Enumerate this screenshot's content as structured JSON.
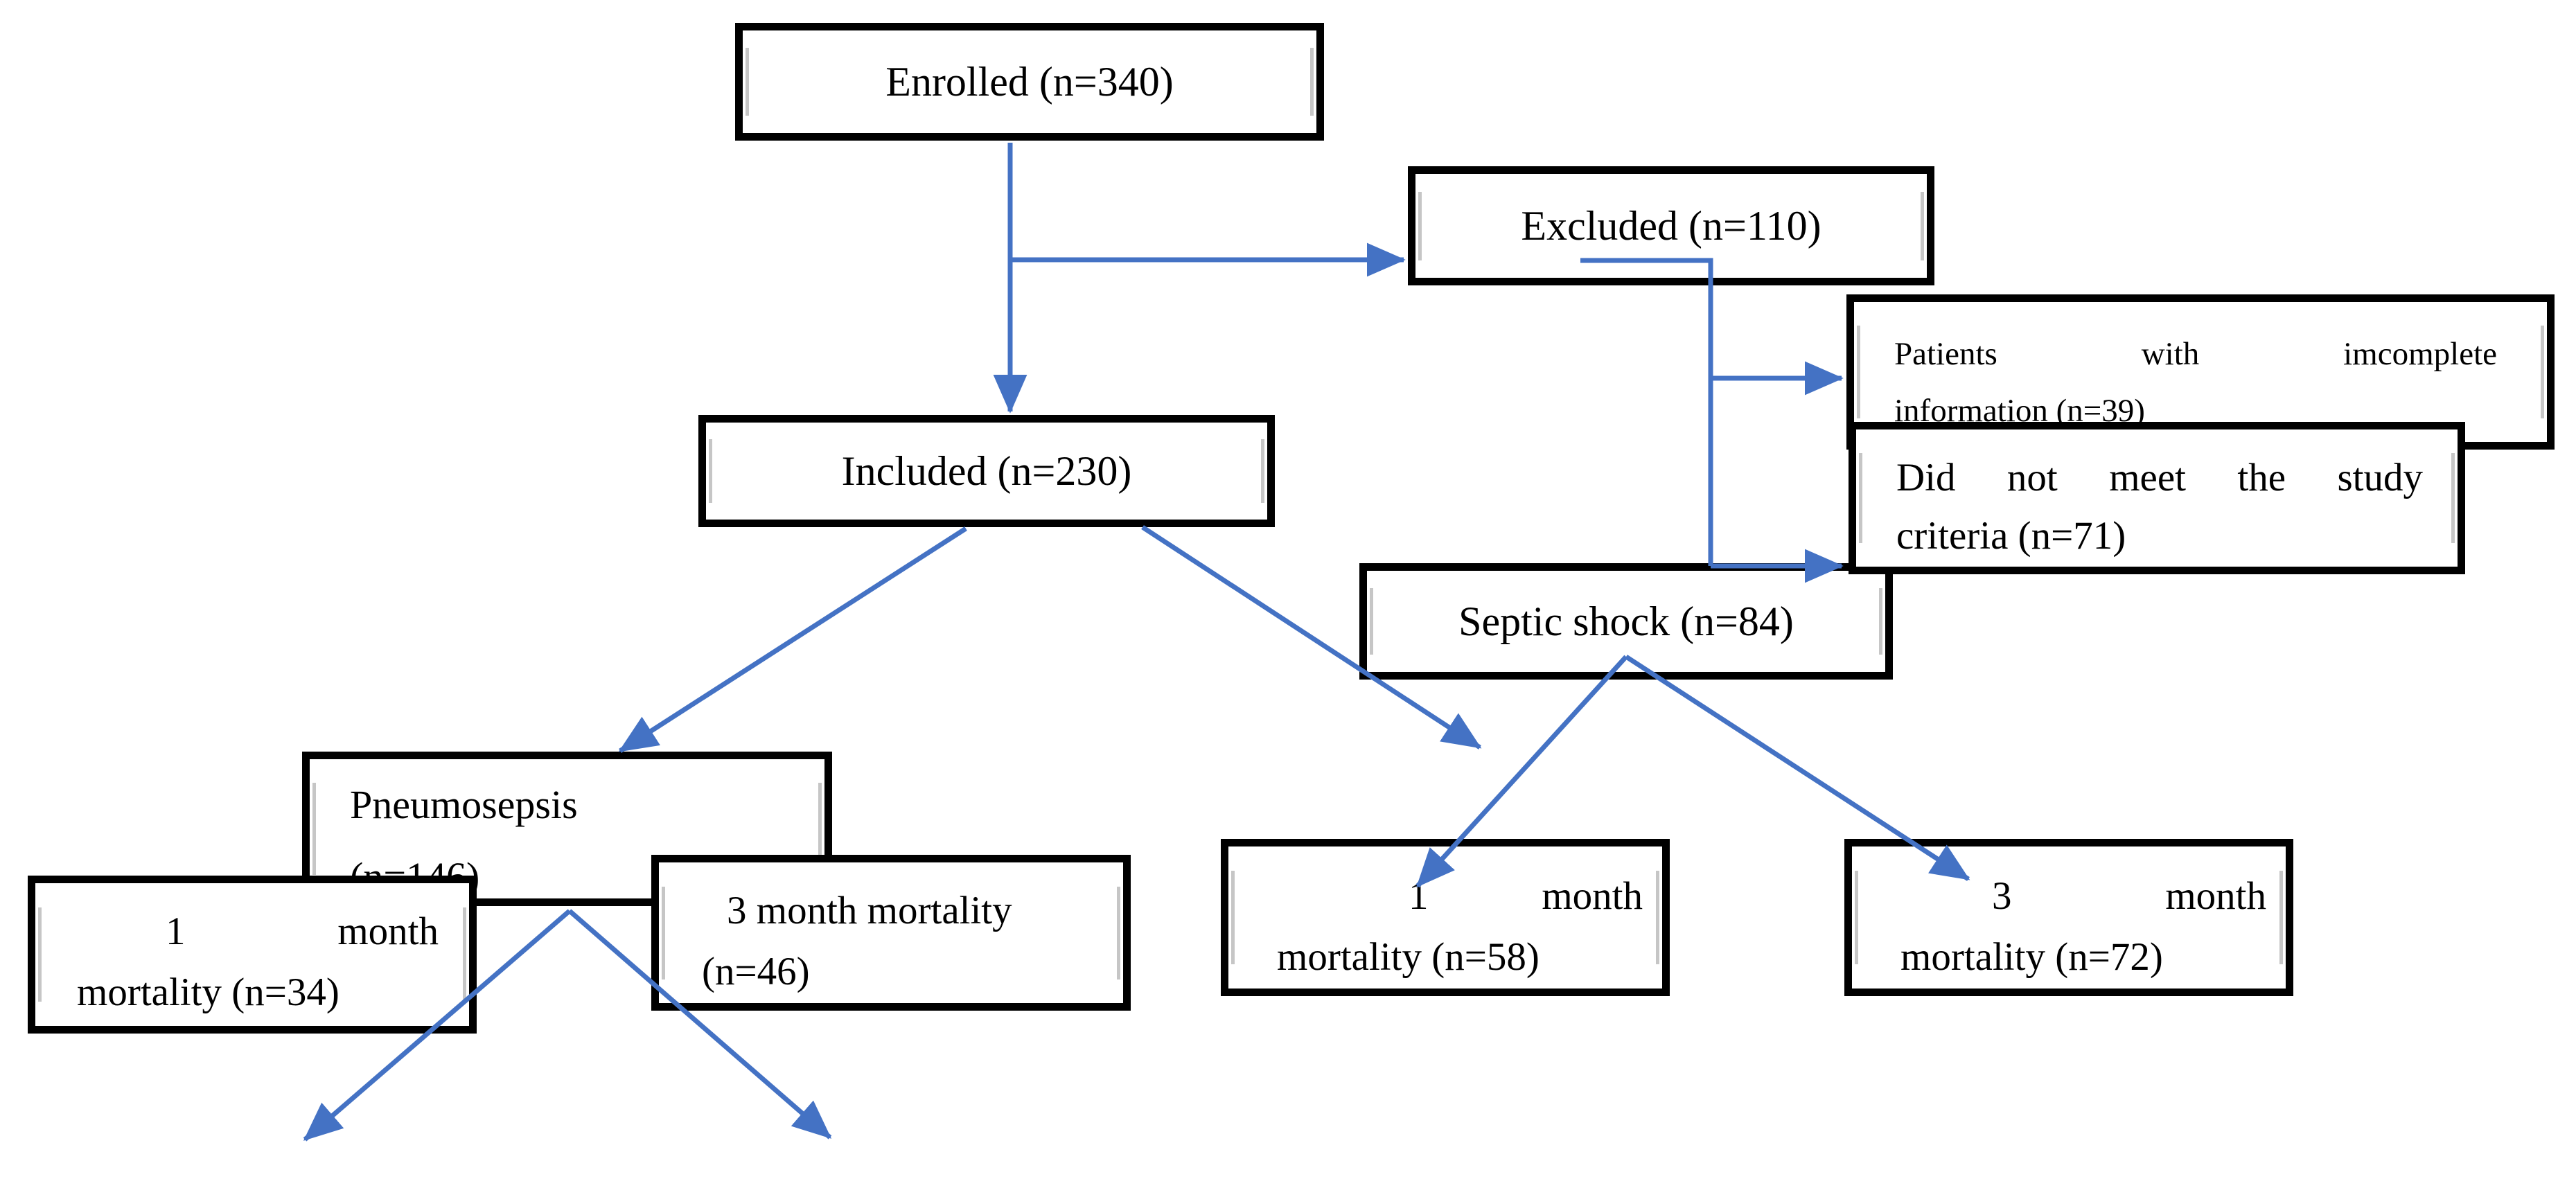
{
  "colors": {
    "accent_blue": "#4472C4",
    "box_border": "#000000",
    "box_bg": "#ffffff",
    "text": "#000000",
    "inner_mark_gray": "#b3b3b3"
  },
  "boxes": {
    "enrolled": {
      "label": "Enrolled (n=340)"
    },
    "excluded": {
      "label": "Excluded (n=110)"
    },
    "patients_incomplete": {
      "line1": "Patients with imcomplete",
      "line2": "information (n=39)"
    },
    "did_not_meet": {
      "line1": "Did not meet the study",
      "line2": "criteria (n=71)"
    },
    "included": {
      "label": "Included (n=230)"
    },
    "septic_shock": {
      "label": "Septic shock (n=84)"
    },
    "pneumosepsis": {
      "line1": "Pneumosepsis",
      "line2": "(n=146)"
    },
    "pneumo_1m_mortality": {
      "line1": "1 month",
      "line2": "mortality (n=34)"
    },
    "pneumo_3m_mortality": {
      "line1": "3 month mortality",
      "line2": "(n=46)"
    },
    "septic_1m_mortality": {
      "line1": "1 month",
      "line2": "mortality (n=58)"
    },
    "septic_3m_mortality": {
      "line1": "3 month",
      "line2": "mortality (n=72)"
    }
  },
  "edges": [
    {
      "from": "Enrolled (n=340)",
      "to": "Included (n=230)"
    },
    {
      "from": "Enrolled (n=340)",
      "to": "Excluded (n=110)"
    },
    {
      "from": "Excluded (n=110)",
      "to": "Patients with imcomplete information (n=39)"
    },
    {
      "from": "Excluded (n=110)",
      "to": "Did not meet the study criteria (n=71)"
    },
    {
      "from": "Included (n=230)",
      "to": "Pneumosepsis (n=146)"
    },
    {
      "from": "Included (n=230)",
      "to": "toward 1 month mortality (n=58)"
    },
    {
      "from": "Septic shock (n=84)",
      "to": "1 month mortality (n=58)"
    },
    {
      "from": "Septic shock (n=84)",
      "to": "3 month mortality (n=72)"
    },
    {
      "from": "Pneumosepsis (n=146)",
      "to": "unlabeled (down-left arrow)"
    },
    {
      "from": "Pneumosepsis (n=146)",
      "to": "unlabeled (down-right arrow)"
    }
  ]
}
